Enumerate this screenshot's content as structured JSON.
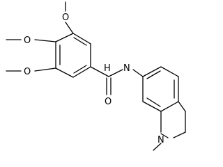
{
  "molecule": {
    "atoms": [
      {
        "id": "o_top",
        "label": "O"
      },
      {
        "id": "o_mid",
        "label": "O"
      },
      {
        "id": "o_low",
        "label": "O"
      },
      {
        "id": "o_carbonyl",
        "label": "O"
      },
      {
        "id": "n_amide",
        "label": "N"
      },
      {
        "id": "h_amide",
        "label": "H"
      },
      {
        "id": "n_ring",
        "label": "N"
      }
    ]
  },
  "colors": {
    "background": "#ffffff",
    "bond": "#000000",
    "label": "#000000"
  }
}
